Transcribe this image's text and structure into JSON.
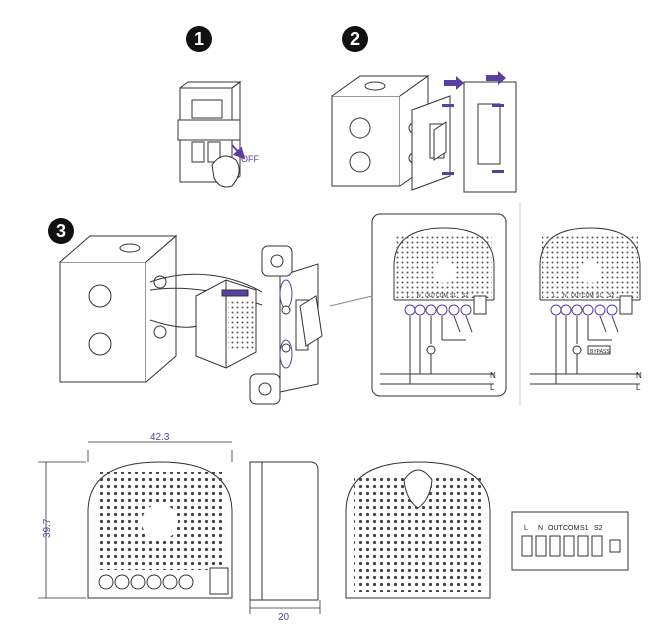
{
  "steps": {
    "step1": "1",
    "step2": "2",
    "step3": "3"
  },
  "step1": {
    "off_label": "OFF"
  },
  "wiring_a": {
    "terminals": [
      "L",
      "N",
      "OUT",
      "COM",
      "S1",
      "S2"
    ],
    "neutral_label": "N",
    "live_label": "L"
  },
  "wiring_b": {
    "terminals": [
      "L",
      "N",
      "OUT",
      "COM",
      "S1",
      "S2"
    ],
    "bypass_label": "BYPASS",
    "neutral_label": "N",
    "live_label": "L"
  },
  "dimensions": {
    "width": "42.3",
    "height": "39.7",
    "depth": "20"
  },
  "terminal_block": {
    "labels": [
      "L",
      "N",
      "OUT",
      "COM",
      "S1",
      "S2"
    ]
  },
  "colors": {
    "accent": "#5a3fa0",
    "line": "#333333",
    "dots": "#444444"
  }
}
